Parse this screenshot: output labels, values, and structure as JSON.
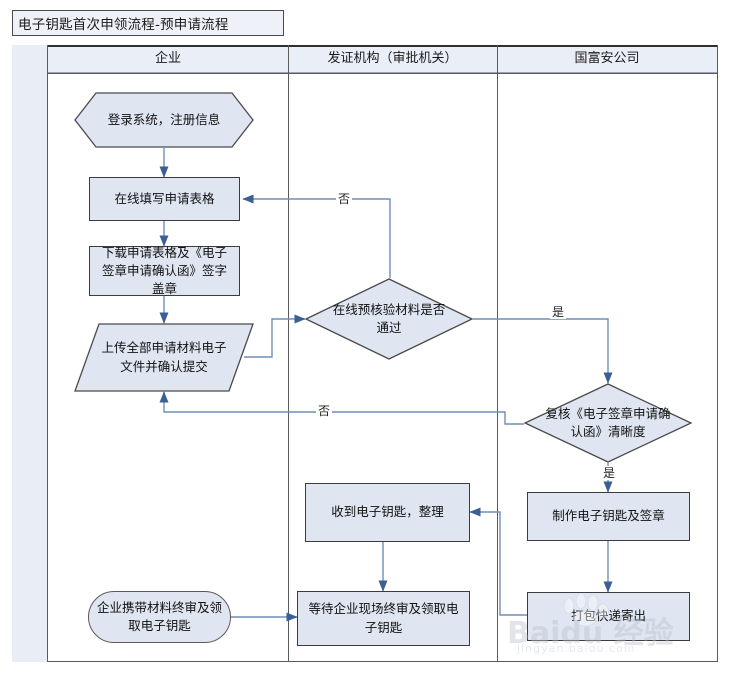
{
  "title": "电子钥匙首次申领流程-预申请流程",
  "lanes": [
    {
      "id": "lane-enterprise",
      "label": "企业"
    },
    {
      "id": "lane-issuer",
      "label": "发证机构（审批机关）"
    },
    {
      "id": "lane-guofuan",
      "label": "国富安公司"
    }
  ],
  "nodes": {
    "login": {
      "label": "登录系统，注册信息",
      "shape": "hexagon",
      "lane": "企业"
    },
    "fill_form": {
      "label": "在线填写申请表格",
      "shape": "process",
      "lane": "企业"
    },
    "download_sign": {
      "label": "下载申请表格及《电子签章申请确认函》签字盖章",
      "shape": "process",
      "lane": "企业"
    },
    "upload": {
      "label": "上传全部申请材料电子文件并确认提交",
      "shape": "parallelogram",
      "lane": "企业"
    },
    "final_visit": {
      "label": "企业携带材料终审及领取电子钥匙",
      "shape": "terminator",
      "lane": "企业"
    },
    "precheck": {
      "label": "在线预核验材料是否通过",
      "shape": "diamond",
      "lane": "发证机构（审批机关）"
    },
    "receive_key": {
      "label": "收到电子钥匙，整理",
      "shape": "process",
      "lane": "发证机构（审批机关）"
    },
    "wait_final": {
      "label": "等待企业现场终审及领取电子钥匙",
      "shape": "process",
      "lane": "发证机构（审批机关）"
    },
    "review_clarity": {
      "label": "复核《电子签章申请确认函》清晰度",
      "shape": "diamond",
      "lane": "国富安公司"
    },
    "make_key": {
      "label": "制作电子钥匙及签章",
      "shape": "process",
      "lane": "国富安公司"
    },
    "ship": {
      "label": "打包快递寄出",
      "shape": "process",
      "lane": "国富安公司"
    }
  },
  "edge_labels": {
    "precheck_no": "否",
    "precheck_yes": "是",
    "clarity_no": "否",
    "clarity_yes": "是"
  },
  "watermark": {
    "brand": "Baidu 经验",
    "url": "jingyan.baidu.com"
  },
  "colors": {
    "node_fill": "#dfe5f1",
    "node_stroke": "#3c3c3c",
    "lane_header_fill": "#eaeef6",
    "connector": "#4a6f9c",
    "title_fill": "#eef1f8"
  }
}
